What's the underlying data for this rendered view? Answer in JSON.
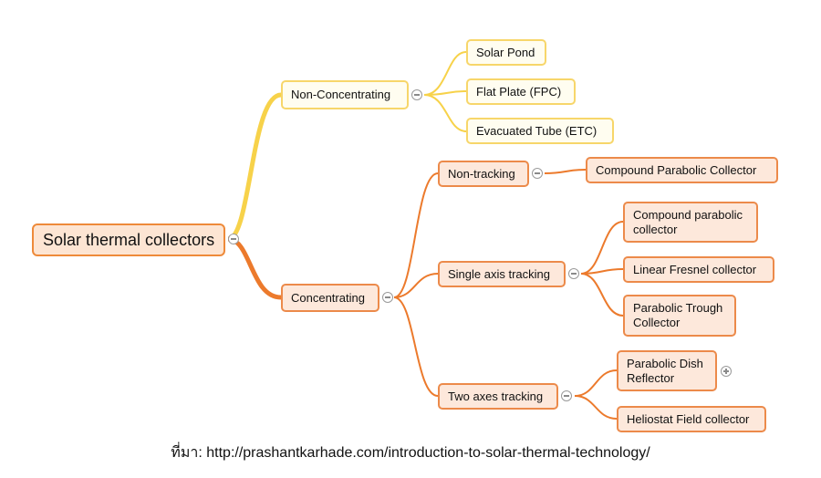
{
  "diagram": {
    "root": "Solar thermal collectors",
    "branches": {
      "non_concentrating": {
        "label": "Non-Concentrating",
        "children": [
          "Solar Pond",
          "Flat Plate (FPC)",
          "Evacuated Tube (ETC)"
        ]
      },
      "concentrating": {
        "label": "Concentrating",
        "non_tracking": {
          "label": "Non-tracking",
          "children": [
            "Compound Parabolic Collector"
          ]
        },
        "single_axis": {
          "label": "Single axis tracking",
          "children": [
            "Compound parabolic collector",
            "Linear Fresnel collector",
            "Parabolic Trough Collector"
          ]
        },
        "two_axes": {
          "label": "Two axes tracking",
          "children": [
            "Parabolic Dish Reflector",
            "Heliostat Field collector"
          ]
        }
      }
    }
  },
  "colors": {
    "yellow_branch": "#f7d24a",
    "orange_branch": "#ec7a2c",
    "root_fill": "#fde5d3"
  },
  "source": "ที่มา: http://prashantkarhade.com/introduction-to-solar-thermal-technology/"
}
